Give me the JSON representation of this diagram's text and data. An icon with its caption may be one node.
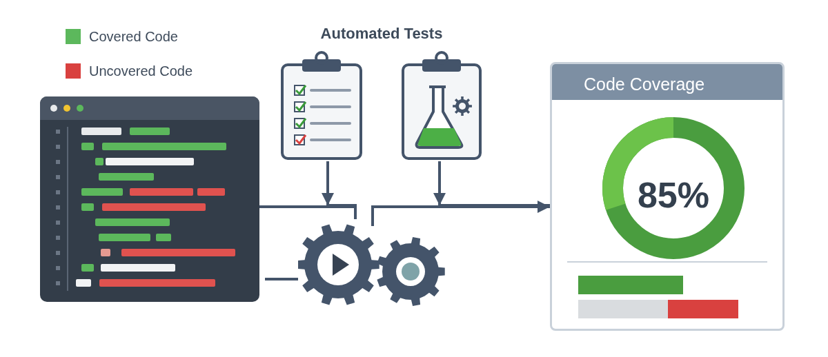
{
  "diagram": {
    "nodes": [
      {
        "text": [],
        "shape": "picture"
      },
      {
        "text": [],
        "shape": "picture"
      },
      {
        "text": [],
        "shape": "picture"
      },
      {
        "text": [],
        "shape": "picture"
      },
      {
        "text": [
          "Code Coverage",
          "85%"
        ]
      }
    ],
    "edges": [
      {
        "from": 0,
        "to": 3,
        "arrow": "none"
      },
      {
        "from": 1,
        "to": 3,
        "arrow": "to"
      },
      {
        "from": 0,
        "to": 3,
        "arrow": "none"
      },
      {
        "from": 3,
        "to": 4,
        "arrow": "to"
      },
      {
        "from": 2,
        "to": 4,
        "arrow": "to"
      }
    ],
    "labels": [
      "Automated Tests"
    ],
    "legend": [
      {
        "text": "Covered Code",
        "color": "#5cb85c"
      },
      {
        "text": "Uncovered Code",
        "color": "#d9413f"
      }
    ]
  }
}
